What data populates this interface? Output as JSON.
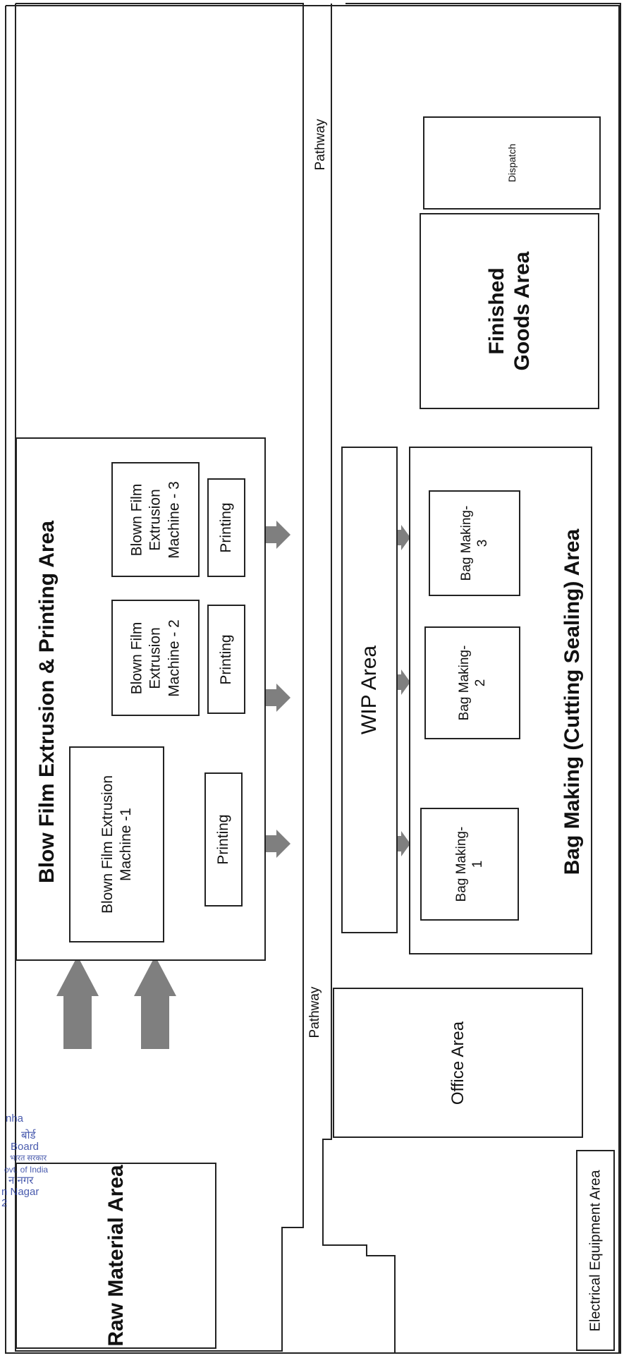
{
  "areas": {
    "raw_material": "Raw Material Area",
    "blow_film": "Blow Film Extrusion & Printing Area",
    "machine_1": "Blown Film Extrusion Machine -1",
    "machine_2": "Blown Film Extrusion Machine - 2",
    "machine_3": "Blown Film Extrusion Machine - 3",
    "printing": "Printing",
    "pathway": "Pathway",
    "wip": "WIP Area",
    "bag_making": "Bag Making (Cutting Sealing) Area",
    "bag_1": "Bag Making- 1",
    "bag_2": "Bag Making- 2",
    "bag_3": "Bag Making- 3",
    "office": "Office Area",
    "finished_goods": "Finished Goods Area",
    "dispatch": "Dispatch",
    "electrical": "Electrical Equipment Area"
  },
  "stamp": {
    "line1": "nha",
    "line2": "बोर्ड",
    "line3": "Board",
    "line4": "भारत सरकार",
    "line5": "ovt. of India",
    "line6": "न नगर",
    "line7": "n Nagar",
    "line8": "2"
  },
  "colors": {
    "arrow": "#7f7f7f",
    "line": "#222222"
  }
}
